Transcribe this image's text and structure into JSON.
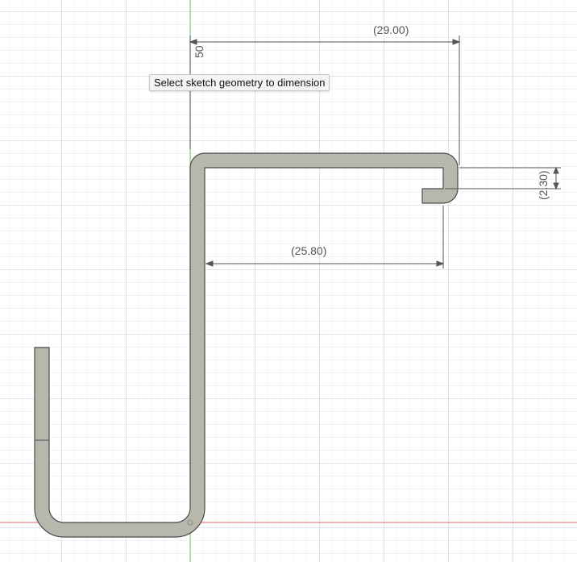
{
  "tooltip": {
    "text": "Select sketch geometry to dimension"
  },
  "dimensions": {
    "overall_width": "(29.00)",
    "inner_width": "(25.80)",
    "lip_height": "(2.30)",
    "partial_vertical": "50"
  },
  "colors": {
    "profile_fill": "#b8b7ae",
    "profile_outline": "#4a4a4a",
    "dimension_line": "#555555",
    "x_axis": "#e06666",
    "y_axis": "#6ccf6c"
  }
}
